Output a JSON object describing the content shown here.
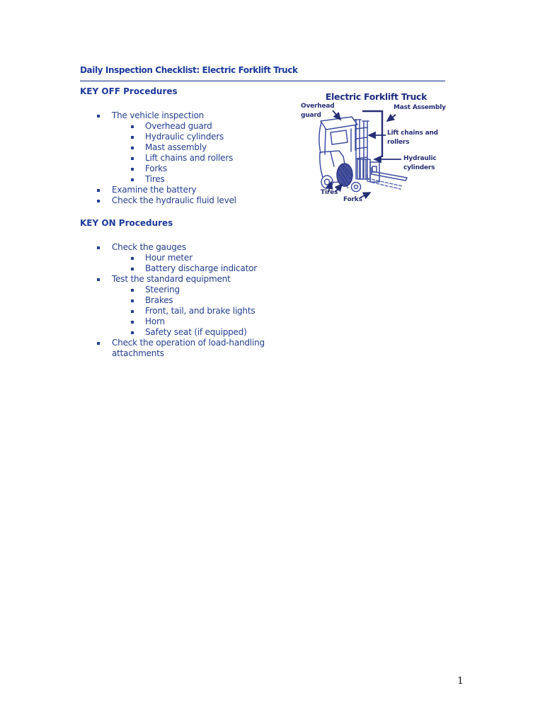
{
  "page": {
    "number": "1"
  },
  "colors": {
    "heading_blue": "#1d3a9a",
    "body_blue": "#24408f",
    "rule_blue": "#2b49a8",
    "figure_line": "#3f4d9f",
    "figure_label": "#272f74"
  },
  "document": {
    "title": "Daily Inspection Checklist: Electric Forklift Truck",
    "sections": [
      {
        "heading": "KEY OFF Procedures",
        "items": [
          {
            "level": 1,
            "text": "The vehicle inspection"
          },
          {
            "level": 2,
            "text": "Overhead guard"
          },
          {
            "level": 2,
            "text": "Hydraulic cylinders"
          },
          {
            "level": 2,
            "text": "Mast assembly"
          },
          {
            "level": 2,
            "text": "Lift chains and rollers"
          },
          {
            "level": 2,
            "text": "Forks"
          },
          {
            "level": 2,
            "text": "Tires"
          },
          {
            "level": 1,
            "text": "Examine the battery"
          },
          {
            "level": 1,
            "text": "Check the hydraulic fluid level"
          }
        ]
      },
      {
        "heading": "KEY ON Procedures",
        "items": [
          {
            "level": 1,
            "text": "Check the gauges"
          },
          {
            "level": 2,
            "text": "Hour meter"
          },
          {
            "level": 2,
            "text": "Battery discharge indicator"
          },
          {
            "level": 1,
            "text": "Test the standard equipment"
          },
          {
            "level": 2,
            "text": "Steering"
          },
          {
            "level": 2,
            "text": "Brakes"
          },
          {
            "level": 2,
            "text": "Front, tail, and brake lights"
          },
          {
            "level": 2,
            "text": "Horn"
          },
          {
            "level": 2,
            "text": "Safety seat (if equipped)"
          },
          {
            "level": 1,
            "text": "Check the operation of load-handling attachments"
          }
        ]
      }
    ]
  },
  "figure": {
    "caption": "Electric Forklift Truck",
    "labels": {
      "overhead_guard": "Overhead guard",
      "mast_assembly": "Mast Assembly",
      "lift_chains": "Lift chains and rollers",
      "hydraulic_cylinders": "Hydraulic cylinders",
      "tires": "Tires",
      "forks": "Forks"
    }
  }
}
